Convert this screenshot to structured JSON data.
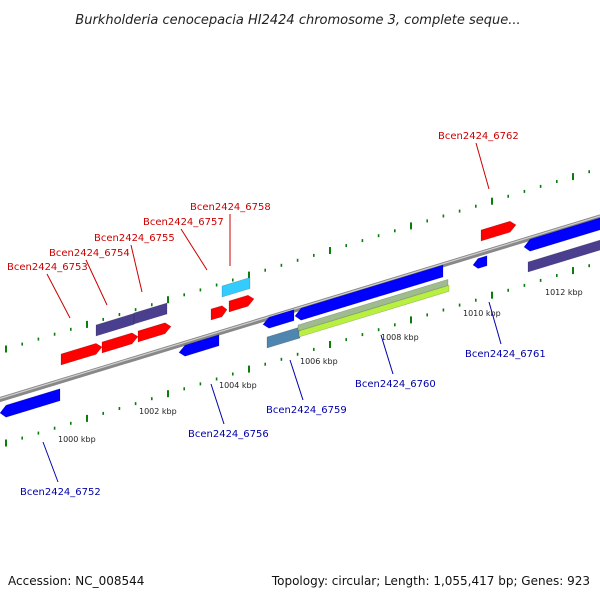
{
  "title": "Burkholderia cenocepacia HI2424 chromosome 3, complete seque...",
  "footer": {
    "accession": "Accession: NC_008544",
    "topology": "Topology: circular; Length: 1,055,417 bp; Genes: 923"
  },
  "colors": {
    "plus_strand_gene": "#ff0000",
    "minus_strand_gene": "#0000ff",
    "plus_label": "#cc0000",
    "minus_label": "#0000aa",
    "backbone": "#888888",
    "tick": "#0a7d0a",
    "indigo_feature": "#4a3f8f",
    "cyan_feature": "#33ccff",
    "steel_feature": "#4f86b0",
    "lime_feature": "#b8f040",
    "sage_feature": "#9fbc8f"
  },
  "scale_labels": [
    "1000 kbp",
    "1002 kbp",
    "1004 kbp",
    "1006 kbp",
    "1008 kbp",
    "1010 kbp",
    "1012 kbp"
  ],
  "gene_labels": {
    "plus": [
      "Bcen2424_6753",
      "Bcen2424_6754",
      "Bcen2424_6755",
      "Bcen2424_6757",
      "Bcen2424_6758",
      "Bcen2424_6762"
    ],
    "minus": [
      "Bcen2424_6752",
      "Bcen2424_6756",
      "Bcen2424_6759",
      "Bcen2424_6760",
      "Bcen2424_6761"
    ]
  }
}
